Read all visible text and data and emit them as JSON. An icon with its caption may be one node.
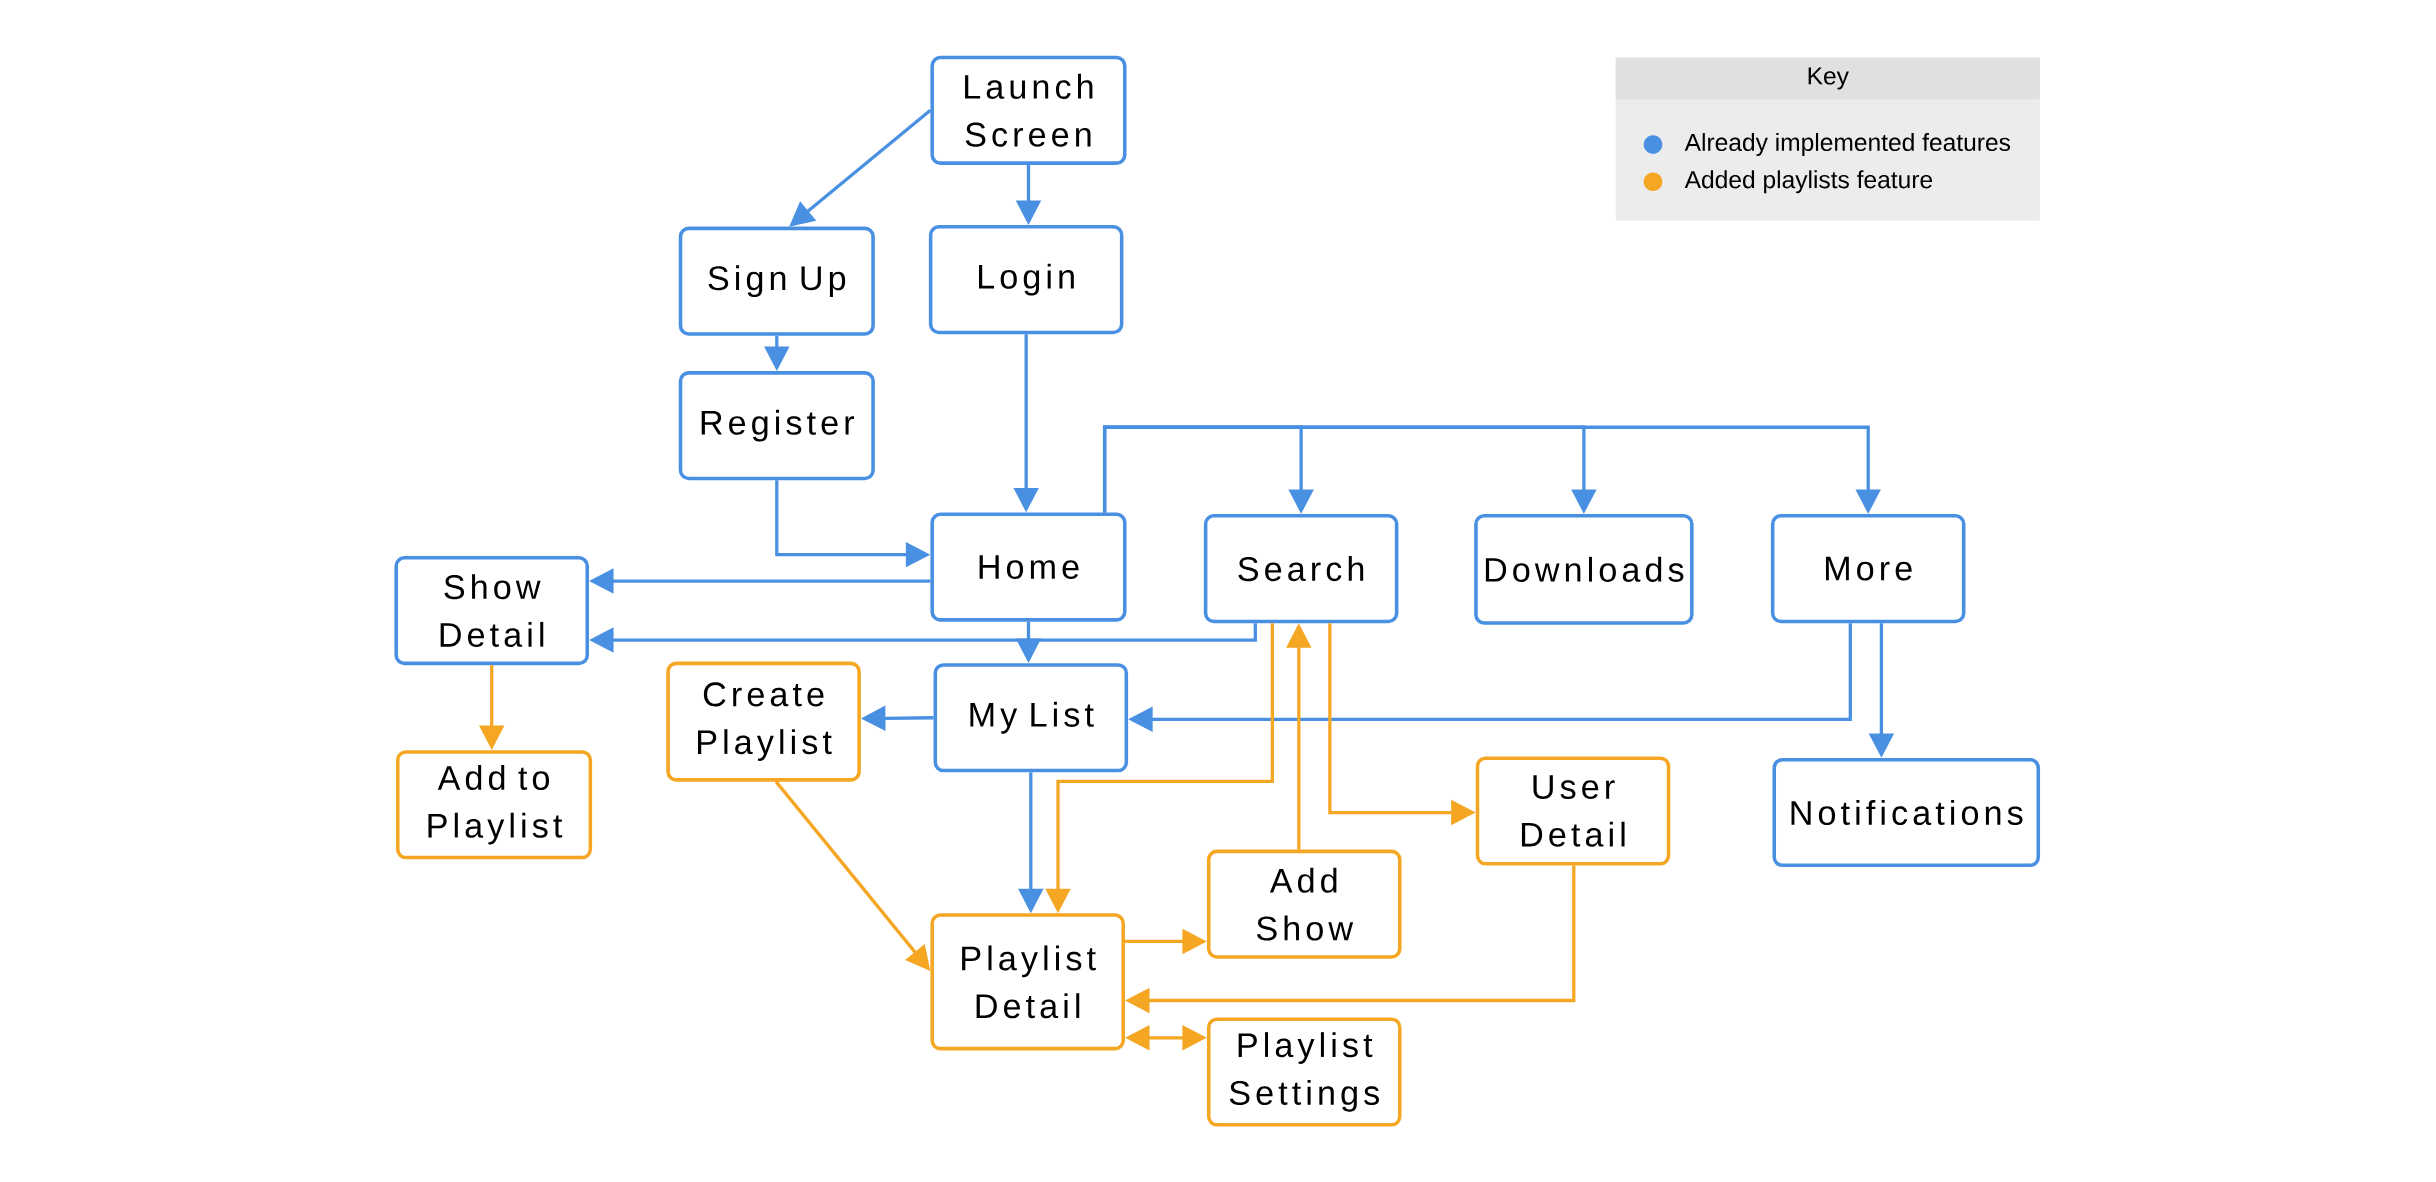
{
  "diagram": {
    "nodes": [
      {
        "text": [
          "Launch Screen"
        ]
      },
      {
        "text": [
          "Sign Up"
        ]
      },
      {
        "text": [
          "Login"
        ]
      },
      {
        "text": [
          "Register"
        ]
      },
      {
        "text": [
          "Home"
        ]
      },
      {
        "text": [
          "Search"
        ]
      },
      {
        "text": [
          "Downloads"
        ]
      },
      {
        "text": [
          "More"
        ]
      },
      {
        "text": [
          "Show Detail"
        ]
      },
      {
        "text": [
          "Create Playlist"
        ]
      },
      {
        "text": [
          "My List"
        ]
      },
      {
        "text": [
          "Add to Playlist"
        ]
      },
      {
        "text": [
          "User Detail"
        ]
      },
      {
        "text": [
          "Notifications"
        ]
      },
      {
        "text": [
          "Add Show"
        ]
      },
      {
        "text": [
          "Playlist Detail"
        ]
      },
      {
        "text": [
          "Playlist Settings"
        ]
      }
    ],
    "edges": [
      {
        "from": 0,
        "to": 1,
        "arrow": "to"
      },
      {
        "from": 0,
        "to": 2,
        "arrow": "to"
      },
      {
        "from": 1,
        "to": 3,
        "arrow": "to"
      },
      {
        "from": 3,
        "to": 4,
        "arrow": "to"
      },
      {
        "from": 2,
        "to": 4,
        "arrow": "to"
      },
      {
        "from": 4,
        "to": 5,
        "arrow": "to"
      },
      {
        "from": 4,
        "to": 6,
        "arrow": "to"
      },
      {
        "from": 4,
        "to": 7,
        "arrow": "to"
      },
      {
        "from": 4,
        "to": 8,
        "arrow": "to"
      },
      {
        "from": 5,
        "to": 8,
        "arrow": "to"
      },
      {
        "from": 4,
        "to": 10,
        "arrow": "to"
      },
      {
        "from": 10,
        "to": 9,
        "arrow": "to"
      },
      {
        "from": 7,
        "to": 10,
        "arrow": "to"
      },
      {
        "from": 7,
        "to": 13,
        "arrow": "to"
      },
      {
        "from": 8,
        "to": 11,
        "arrow": "to",
        "color": "#f5a623"
      },
      {
        "from": 9,
        "to": 15,
        "arrow": "to",
        "color": "#f5a623"
      },
      {
        "from": 10,
        "to": 15,
        "arrow": "to"
      },
      {
        "from": 5,
        "to": 15,
        "arrow": "to",
        "color": "#f5a623"
      },
      {
        "from": 14,
        "to": 5,
        "arrow": "to",
        "color": "#f5a623"
      },
      {
        "from": 5,
        "to": 12,
        "arrow": "to",
        "color": "#f5a623"
      },
      {
        "from": 15,
        "to": 14,
        "arrow": "to",
        "color": "#f5a623"
      },
      {
        "from": 12,
        "to": 15,
        "arrow": "to",
        "color": "#f5a623"
      },
      {
        "from": 15,
        "to": 16,
        "arrow": "both",
        "color": "#f5a623"
      }
    ],
    "labels": [
      "Key"
    ],
    "legend": [
      {
        "text": "Already implemented features",
        "color": "#4a90e2"
      },
      {
        "text": "Added playlists feature",
        "color": "#f5a623"
      }
    ]
  }
}
